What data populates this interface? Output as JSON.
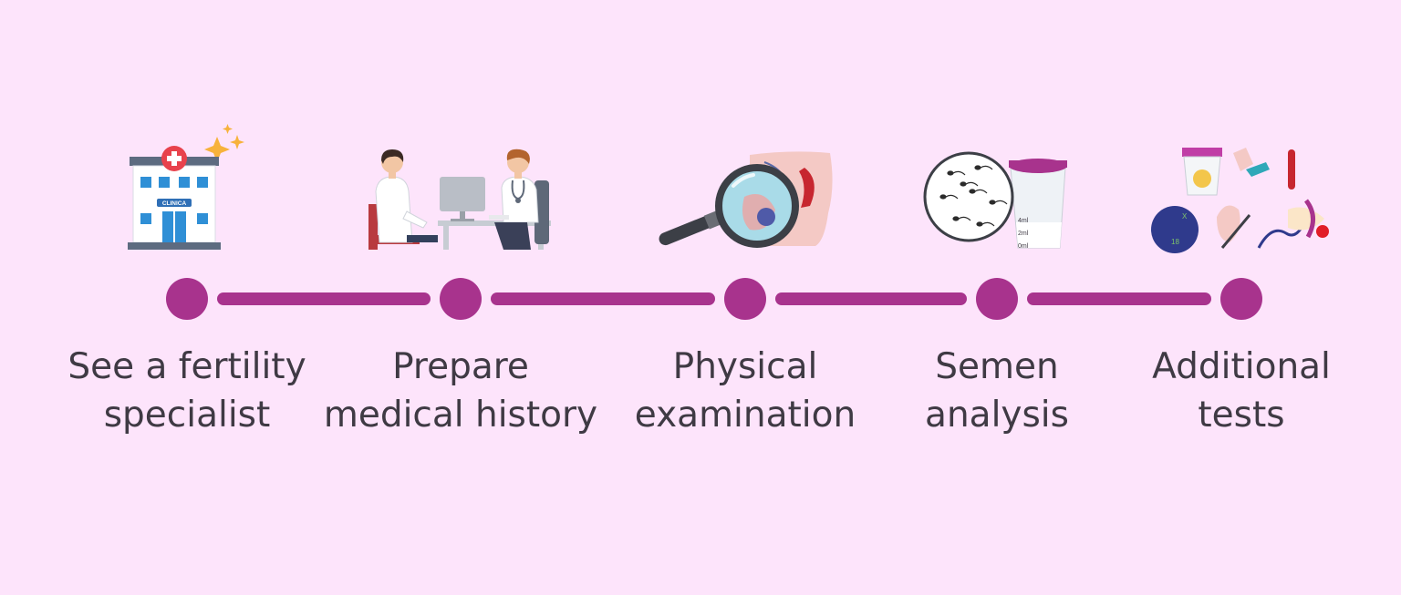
{
  "steps": [
    {
      "label_line1": "See a fertility",
      "label_line2": "specialist",
      "clinic_sign": "CLINICA"
    },
    {
      "label_line1": "Prepare",
      "label_line2": "medical history"
    },
    {
      "label_line1": "Physical",
      "label_line2": "examination"
    },
    {
      "label_line1": "Semen",
      "label_line2": "analysis",
      "beaker_marks": [
        "4ml",
        "2ml",
        "0ml"
      ]
    },
    {
      "label_line1": "Additional",
      "label_line2": "tests",
      "chromosome_marks": [
        "X",
        "18"
      ]
    }
  ],
  "colors": {
    "background": "#fde4fb",
    "timeline": "#a8338d",
    "text": "#3f3a44"
  }
}
